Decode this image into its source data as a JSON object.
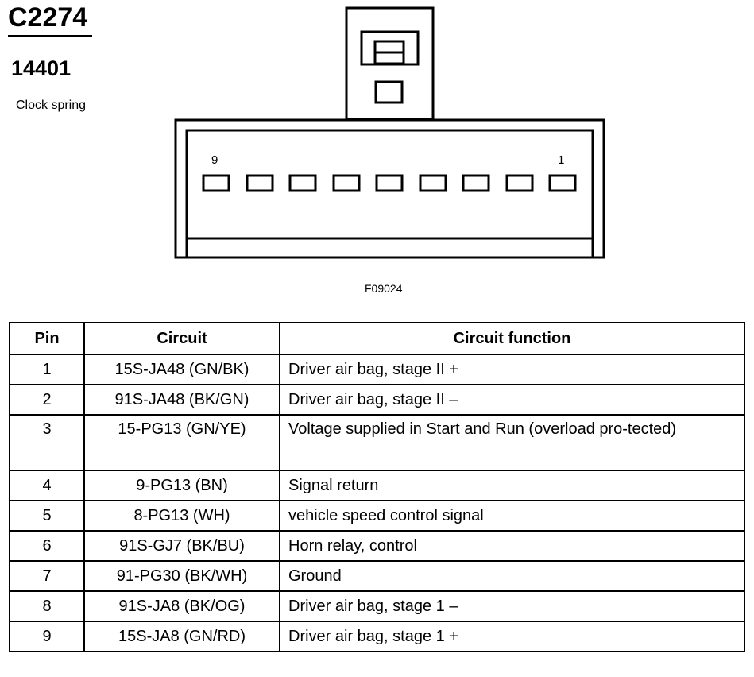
{
  "header": {
    "connector_id": "C2274",
    "part_number": "14401",
    "component_name": "Clock spring"
  },
  "connector": {
    "pin_label_left": "9",
    "pin_label_right": "1",
    "figure_code": "F09024"
  },
  "table": {
    "headers": {
      "pin": "Pin",
      "circuit": "Circuit",
      "function": "Circuit function"
    },
    "rows": [
      {
        "pin": "1",
        "circuit": "15S-JA48 (GN/BK)",
        "function": "Driver air bag, stage II +"
      },
      {
        "pin": "2",
        "circuit": "91S-JA48 (BK/GN)",
        "function": "Driver air bag, stage II –"
      },
      {
        "pin": "3",
        "circuit": "15-PG13 (GN/YE)",
        "function": "Voltage supplied in Start and Run (overload pro-tected)"
      },
      {
        "pin": "4",
        "circuit": "9-PG13 (BN)",
        "function": "Signal return"
      },
      {
        "pin": "5",
        "circuit": "8-PG13 (WH)",
        "function": "vehicle speed control signal"
      },
      {
        "pin": "6",
        "circuit": "91S-GJ7 (BK/BU)",
        "function": "Horn relay, control"
      },
      {
        "pin": "7",
        "circuit": "91-PG30 (BK/WH)",
        "function": "Ground"
      },
      {
        "pin": "8",
        "circuit": "91S-JA8 (BK/OG)",
        "function": "Driver air bag, stage 1 –"
      },
      {
        "pin": "9",
        "circuit": "15S-JA8 (GN/RD)",
        "function": "Driver air bag, stage 1 +"
      }
    ]
  }
}
